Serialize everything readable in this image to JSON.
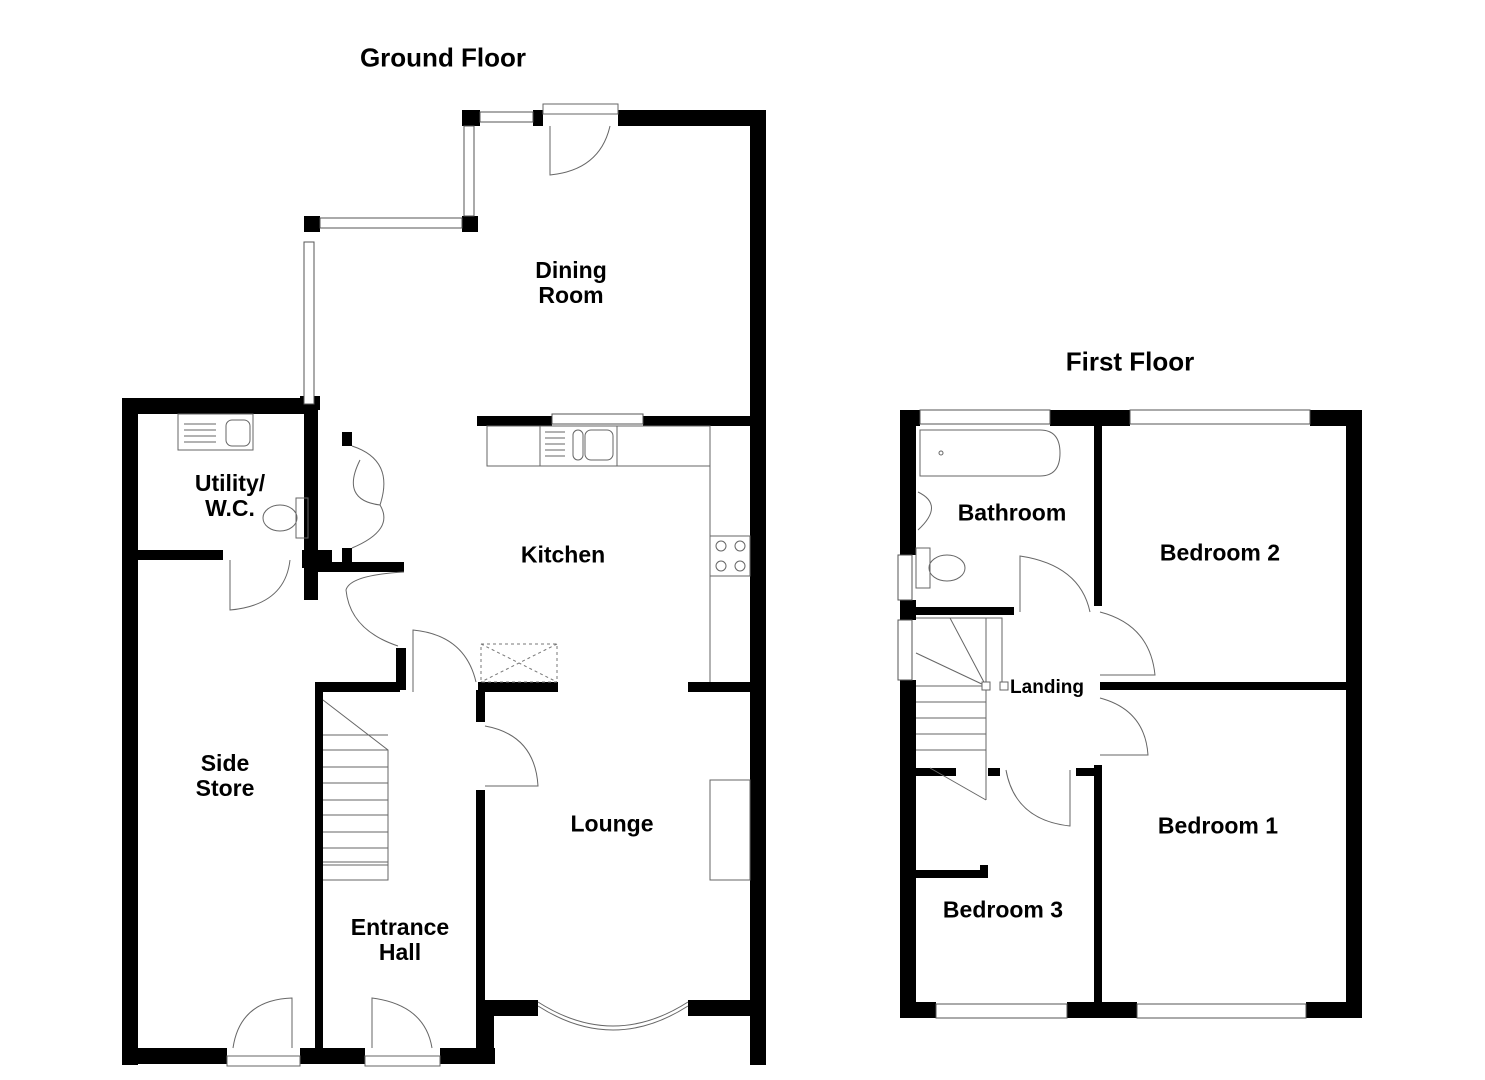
{
  "plans": [
    {
      "title": "Ground Floor",
      "rooms": [
        {
          "id": "dining-room",
          "label": "Dining\nRoom"
        },
        {
          "id": "utility-wc",
          "label": "Utility/\nW.C."
        },
        {
          "id": "kitchen",
          "label": "Kitchen"
        },
        {
          "id": "side-store",
          "label": "Side\nStore"
        },
        {
          "id": "lounge",
          "label": "Lounge"
        },
        {
          "id": "entrance-hall",
          "label": "Entrance\nHall"
        }
      ]
    },
    {
      "title": "First Floor",
      "rooms": [
        {
          "id": "bathroom",
          "label": "Bathroom"
        },
        {
          "id": "bedroom-2",
          "label": "Bedroom 2"
        },
        {
          "id": "landing",
          "label": "Landing"
        },
        {
          "id": "bedroom-1",
          "label": "Bedroom 1"
        },
        {
          "id": "bedroom-3",
          "label": "Bedroom 3"
        }
      ]
    }
  ],
  "colors": {
    "wall": "#000000",
    "fixture_line": "#666666",
    "background": "#ffffff"
  }
}
